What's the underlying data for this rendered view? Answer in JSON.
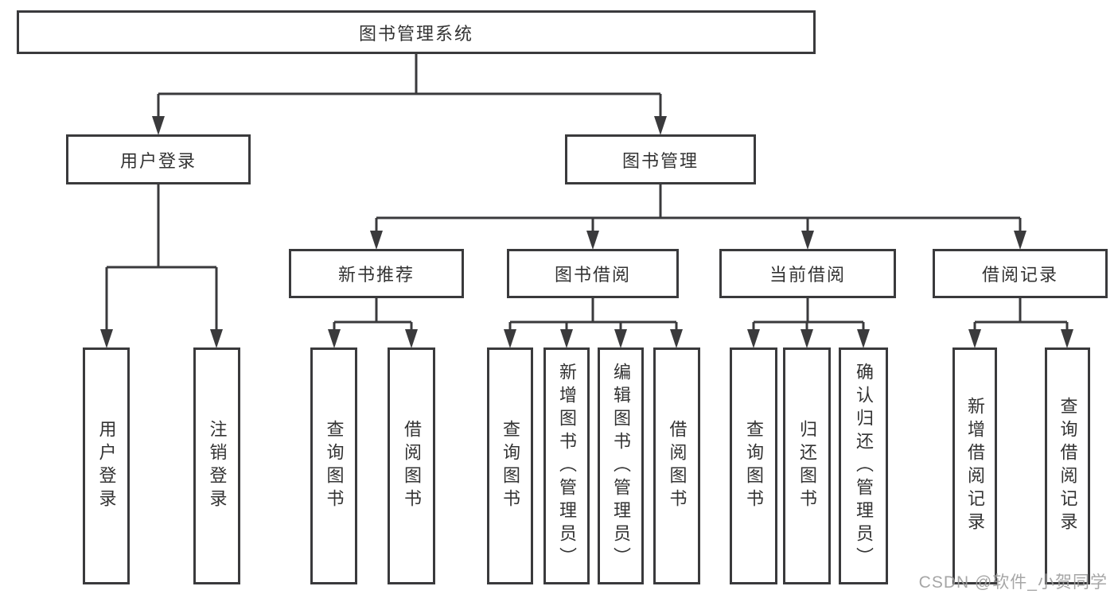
{
  "diagram": {
    "type": "tree",
    "tree": {
      "label": "图书管理系统",
      "children": [
        {
          "label": "用户登录",
          "children": [
            {
              "label": "用户登录"
            },
            {
              "label": "注销登录"
            }
          ]
        },
        {
          "label": "图书管理",
          "children": [
            {
              "label": "新书推荐",
              "children": [
                {
                  "label": "查询图书"
                },
                {
                  "label": "借阅图书"
                }
              ]
            },
            {
              "label": "图书借阅",
              "children": [
                {
                  "label": "查询图书"
                },
                {
                  "label": "新增图书（管理员）"
                },
                {
                  "label": "编辑图书（管理员）"
                },
                {
                  "label": "借阅图书"
                }
              ]
            },
            {
              "label": "当前借阅",
              "children": [
                {
                  "label": "查询图书"
                },
                {
                  "label": "归还图书"
                },
                {
                  "label": "确认归还（管理员）"
                }
              ]
            },
            {
              "label": "借阅记录",
              "children": [
                {
                  "label": "新增借阅记录"
                },
                {
                  "label": "查询借阅记录"
                }
              ]
            }
          ]
        }
      ]
    }
  },
  "watermark": {
    "text": "CSDN @软件_小贺同学"
  },
  "colors": {
    "line": "#3a3a3c",
    "box_border": "#3a3a3c",
    "box_fill": "#ffffff",
    "text": "#333333",
    "watermark": "#9e9e9e",
    "background": "#ffffff"
  }
}
